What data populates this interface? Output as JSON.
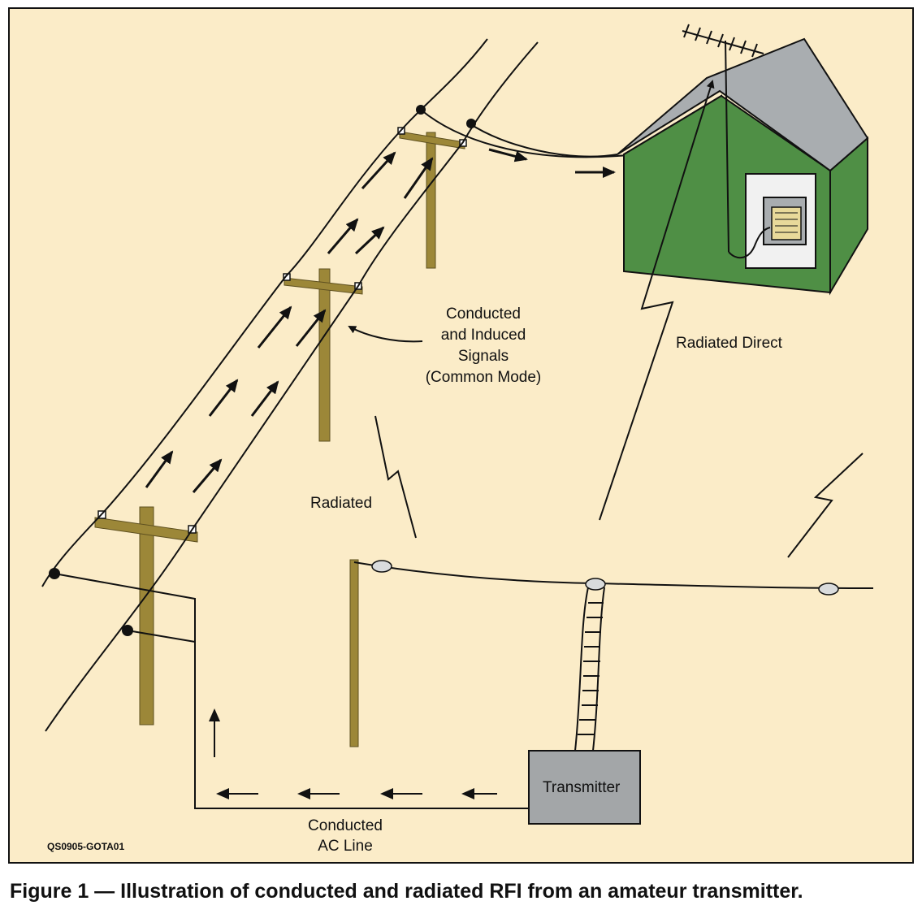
{
  "labels": {
    "conducted_induced": [
      "Conducted",
      "and Induced",
      "Signals",
      "(Common Mode)"
    ],
    "radiated_direct": "Radiated Direct",
    "radiated": "Radiated",
    "transmitter": "Transmitter",
    "conducted_ac": [
      "Conducted",
      "AC Line"
    ],
    "figure_code": "QS0905-GOTA01"
  },
  "caption": "Figure 1 — Illustration of conducted and radiated RFI from an amateur transmitter.",
  "colors": {
    "background": "#fbecc8",
    "house_wall": "#4f8f45",
    "roof": "#a9adb0",
    "pole": "#9c8738",
    "transmitter_box": "#a3a6a8",
    "line": "#111111"
  }
}
